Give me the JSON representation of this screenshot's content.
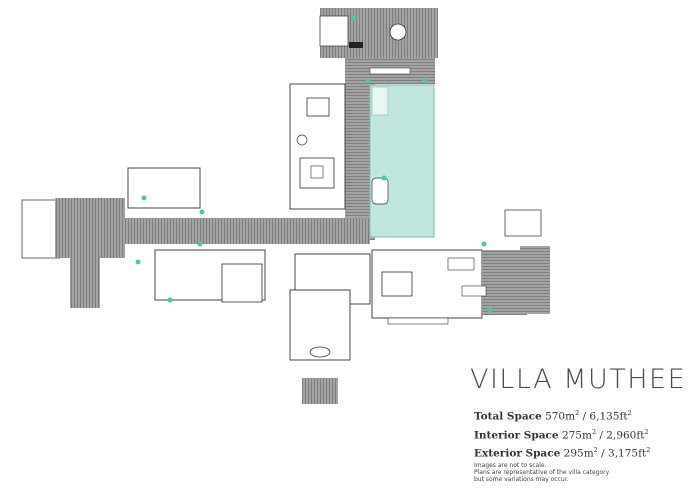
{
  "title": "VILLA MUTHEE",
  "spaces": [
    {
      "label": "Total Space",
      "metric": "570m",
      "imperial": "6,135ft"
    },
    {
      "label": "Interior Space",
      "metric": "275m",
      "imperial": "2,960ft"
    },
    {
      "label": "Exterior Space",
      "metric": "295m",
      "imperial": "3,175ft"
    }
  ],
  "unit_power": "2",
  "separator": " / ",
  "disclaimer": [
    "Images are not to scale.",
    "Plans are representative of the villa category",
    "but some variations may occur."
  ],
  "colors": {
    "deck": "#9a9a9a",
    "deck_line": "#6e6e6e",
    "pool": "#bfe7dd",
    "pool_edge": "#7fbfb0",
    "wall": "#444444",
    "accent": "#49c7b0"
  },
  "icons": [
    "pool",
    "deck",
    "bed",
    "sofa",
    "dining-table",
    "bathtub",
    "sun-lounger"
  ]
}
